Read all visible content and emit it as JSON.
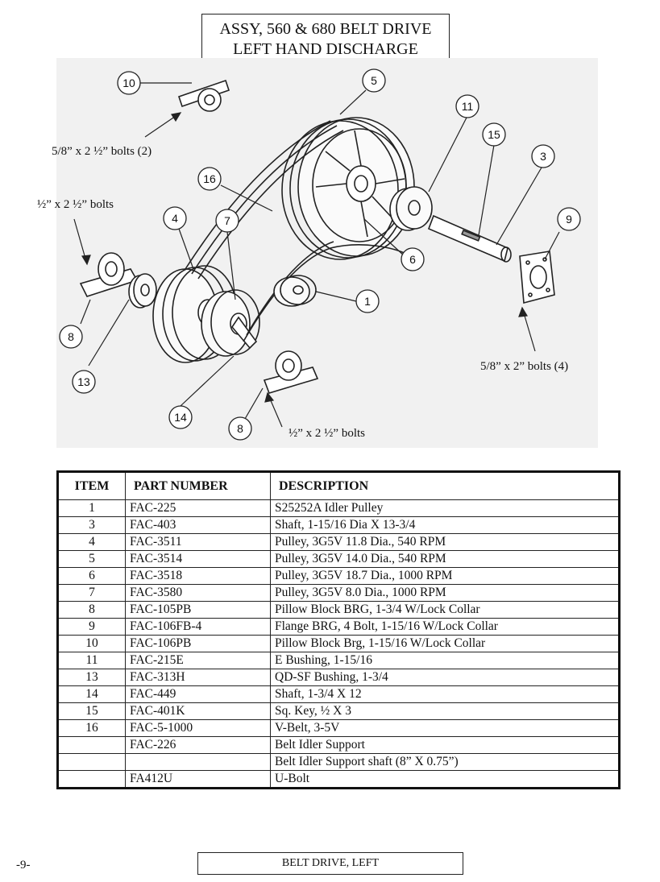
{
  "title": {
    "line1": "ASSY, 560 & 680 BELT DRIVE",
    "line2": "LEFT HAND DISCHARGE"
  },
  "diagram": {
    "callouts": [
      "10",
      "5",
      "11",
      "15",
      "3",
      "16",
      "4",
      "7",
      "9",
      "6",
      "1",
      "8",
      "13",
      "14",
      "8"
    ],
    "labels": {
      "bolts_top": "5/8” x 2 ½” bolts (2)",
      "bolts_left": "½” x 2 ½” bolts",
      "bolts_right": "5/8” x 2” bolts (4)",
      "bolts_bottom": "½” x 2 ½” bolts"
    }
  },
  "table": {
    "headers": [
      "ITEM",
      "PART NUMBER",
      "DESCRIPTION"
    ],
    "rows": [
      [
        "1",
        "FAC-225",
        "S25252A Idler Pulley"
      ],
      [
        "3",
        "FAC-403",
        "Shaft, 1-15/16 Dia X 13-3/4"
      ],
      [
        "4",
        "FAC-3511",
        "Pulley, 3G5V 11.8 Dia., 540 RPM"
      ],
      [
        "5",
        "FAC-3514",
        "Pulley, 3G5V 14.0 Dia., 540 RPM"
      ],
      [
        "6",
        "FAC-3518",
        "Pulley, 3G5V 18.7 Dia., 1000 RPM"
      ],
      [
        "7",
        "FAC-3580",
        "Pulley, 3G5V 8.0 Dia., 1000 RPM"
      ],
      [
        "8",
        "FAC-105PB",
        "Pillow Block BRG, 1-3/4 W/Lock Collar"
      ],
      [
        "9",
        "FAC-106FB-4",
        "Flange BRG, 4 Bolt, 1-15/16 W/Lock Collar"
      ],
      [
        "10",
        "FAC-106PB",
        "Pillow Block Brg, 1-15/16 W/Lock Collar"
      ],
      [
        "11",
        "FAC-215E",
        "E Bushing, 1-15/16"
      ],
      [
        "13",
        "FAC-313H",
        "QD-SF Bushing, 1-3/4"
      ],
      [
        "14",
        "FAC-449",
        "Shaft, 1-3/4 X 12"
      ],
      [
        "15",
        "FAC-401K",
        "Sq. Key, ½ X 3"
      ],
      [
        "16",
        "FAC-5-1000",
        "V-Belt, 3-5V"
      ],
      [
        "",
        "FAC-226",
        "Belt Idler Support"
      ],
      [
        "",
        "",
        "Belt Idler Support shaft (8” X 0.75”)"
      ],
      [
        "",
        "FA412U",
        "U-Bolt"
      ]
    ]
  },
  "footer": {
    "page": "-9-",
    "label": "BELT DRIVE, LEFT"
  }
}
